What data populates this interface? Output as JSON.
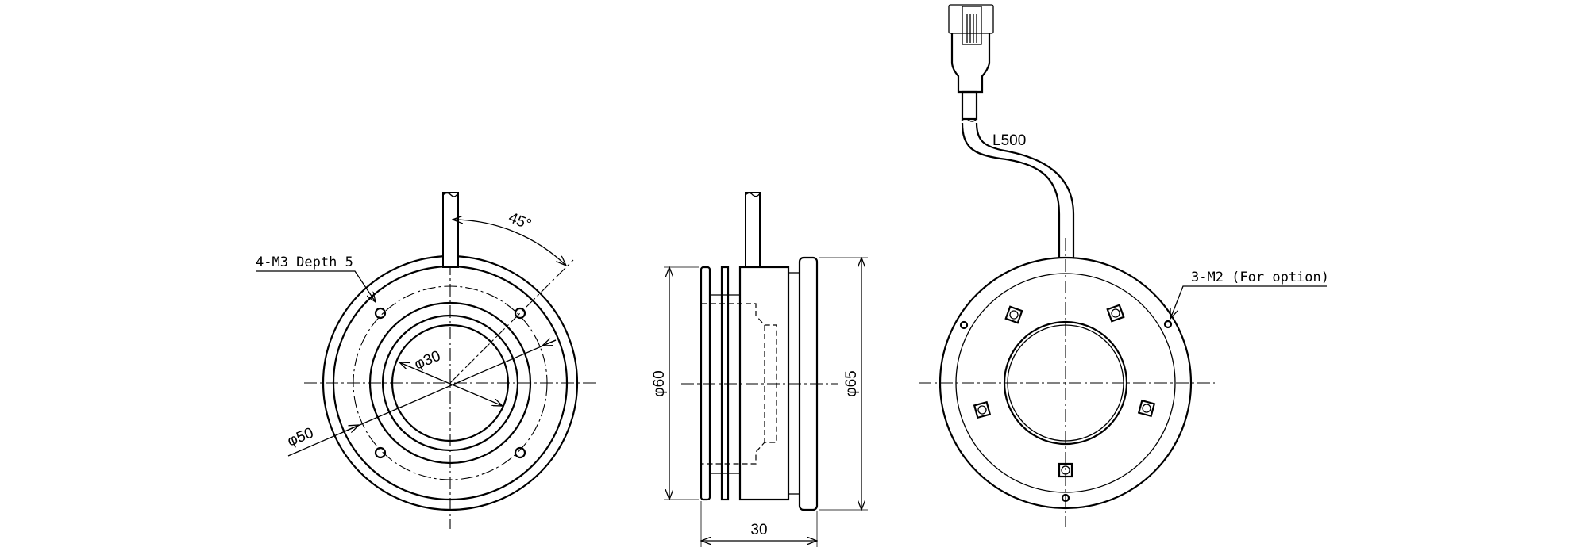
{
  "front_view": {
    "hole_note": "4-M3 Depth 5",
    "angle": "45°",
    "inner_diameter": "φ30",
    "pcd_diameter": "φ50"
  },
  "side_view": {
    "front_diameter": "φ60",
    "rear_diameter": "φ65",
    "length": "30"
  },
  "rear_view": {
    "cable_length": "L500",
    "option_note": "3-M2 (For option)"
  }
}
